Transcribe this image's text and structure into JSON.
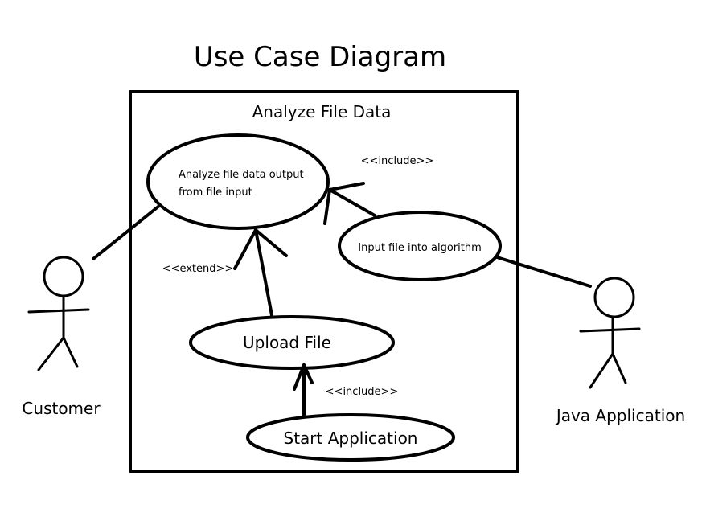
{
  "diagram": {
    "title": "Use Case Diagram",
    "system": {
      "name": "Analyze File Data"
    },
    "use_cases": {
      "analyze": {
        "line1": "Analyze file data output",
        "line2": "from file input"
      },
      "input": "Input file into algorithm",
      "upload": "Upload File",
      "start": "Start Application"
    },
    "actors": {
      "customer": "Customer",
      "java_app": "Java Application"
    },
    "relationships": {
      "include_top": "<<include>>",
      "extend": "<<extend>>",
      "include_bottom": "<<include>>"
    }
  }
}
